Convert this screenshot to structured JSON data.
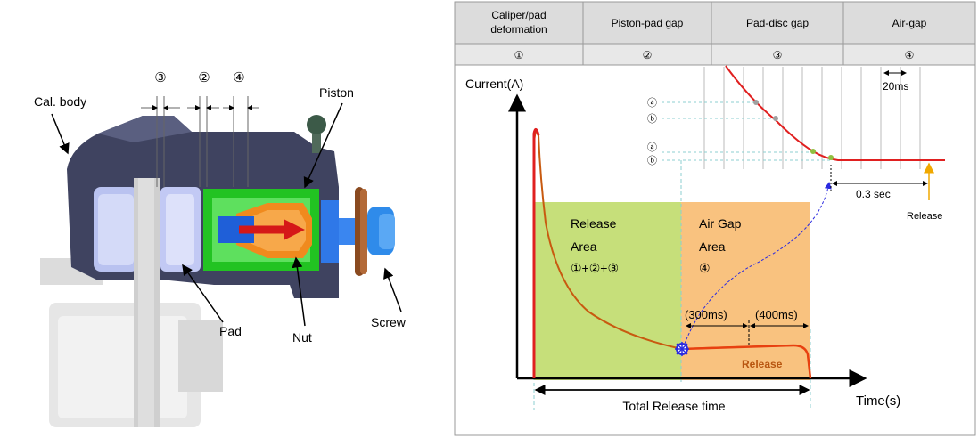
{
  "caliper": {
    "label_body": "Cal. body",
    "label_piston": "Piston",
    "label_pad": "Pad",
    "label_nut": "Nut",
    "label_screw": "Screw",
    "gap_markers": [
      "③",
      "②",
      "④"
    ]
  },
  "table": {
    "headers": [
      {
        "line1": "Caliper/pad",
        "line2": "deformation"
      },
      {
        "line1": "Piston-pad gap",
        "line2": ""
      },
      {
        "line1": "Pad-disc gap",
        "line2": ""
      },
      {
        "line1": "Air-gap",
        "line2": ""
      }
    ],
    "numbers": [
      "①",
      "②",
      "③",
      "④"
    ]
  },
  "graph": {
    "y_axis_label": "Current(A)",
    "x_axis_label": "Time(s)",
    "release_area_lines": [
      "Release",
      "Area",
      "①+②+③"
    ],
    "airgap_area_lines": [
      "Air Gap",
      "Area",
      "④"
    ],
    "interval_1": "(300ms)",
    "interval_2": "(400ms)",
    "release_inside": "Release",
    "total_label": "Total Release time",
    "inset_interval": "20ms",
    "inset_delay": "0.3 sec",
    "inset_release": "Release",
    "marker_a": "ⓐ",
    "marker_b": "ⓑ"
  },
  "colors": {
    "release_area": "#c6df7a",
    "airgap_area": "#f9c27f",
    "current_curve": "#e02020",
    "table_header_bg": "#dcdcdc"
  }
}
